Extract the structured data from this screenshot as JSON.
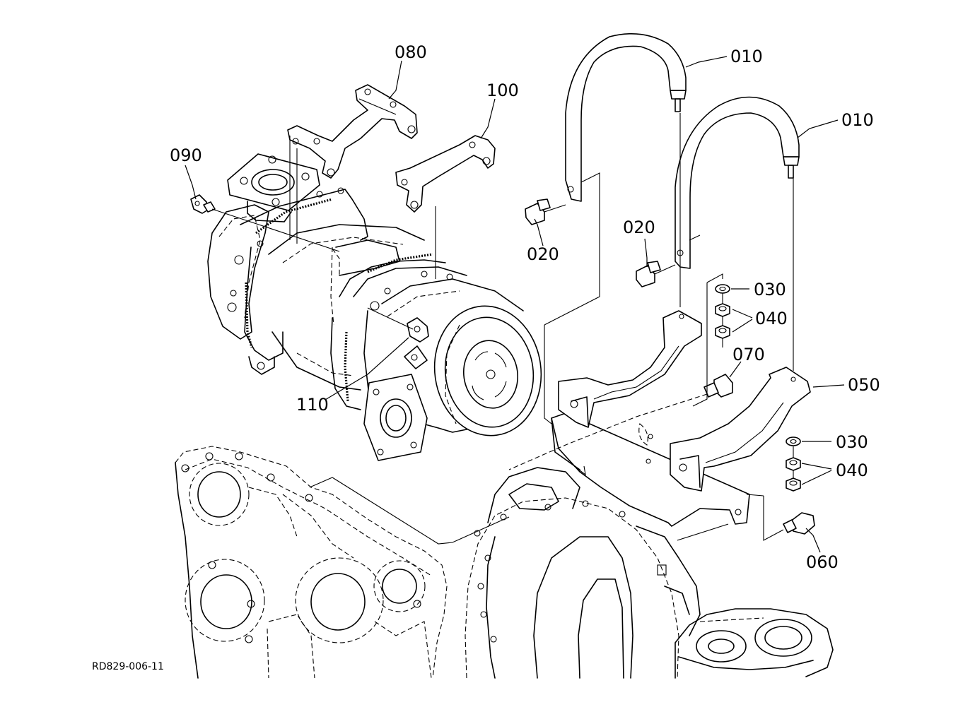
{
  "document_id": "RD829-006-11",
  "callouts": {
    "c010a": "010",
    "c010b": "010",
    "c020a": "020",
    "c020b": "020",
    "c030a": "030",
    "c030b": "030",
    "c040a": "040",
    "c040b": "040",
    "c050": "050",
    "c060": "060",
    "c070": "070",
    "c080": "080",
    "c090": "090",
    "c100": "100",
    "c110": "110"
  }
}
